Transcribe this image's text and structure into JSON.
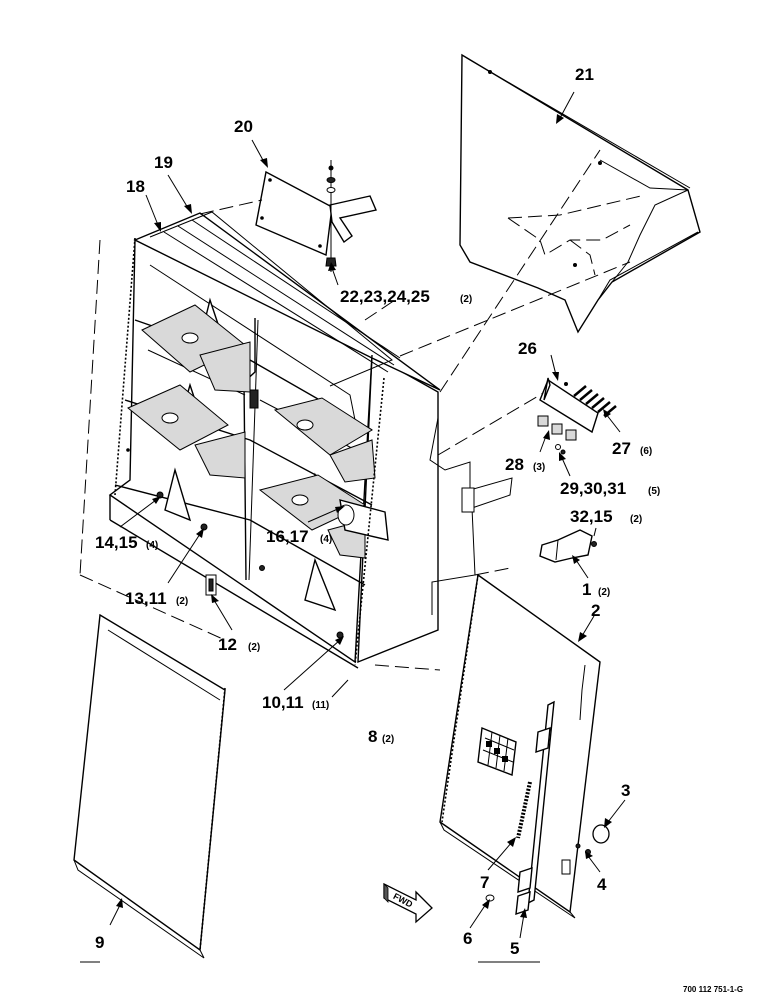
{
  "callouts": {
    "c1": {
      "num": "1",
      "qty": "(2)"
    },
    "c2": {
      "num": "2",
      "qty": ""
    },
    "c3": {
      "num": "3",
      "qty": ""
    },
    "c4": {
      "num": "4",
      "qty": ""
    },
    "c5": {
      "num": "5",
      "qty": ""
    },
    "c6": {
      "num": "6",
      "qty": ""
    },
    "c7": {
      "num": "7",
      "qty": ""
    },
    "c8": {
      "num": "8",
      "qty": "(2)"
    },
    "c9": {
      "num": "9",
      "qty": ""
    },
    "c10": {
      "num": "10,11",
      "qty": "(11)"
    },
    "c12": {
      "num": "12",
      "qty": "(2)"
    },
    "c13": {
      "num": "13,11",
      "qty": "(2)"
    },
    "c14": {
      "num": "14,15",
      "qty": "(4)"
    },
    "c16": {
      "num": "16,17",
      "qty": "(4)"
    },
    "c18": {
      "num": "18",
      "qty": ""
    },
    "c19": {
      "num": "19",
      "qty": ""
    },
    "c20": {
      "num": "20",
      "qty": ""
    },
    "c21": {
      "num": "21",
      "qty": ""
    },
    "c22": {
      "num": "22,23,24,25",
      "qty": "(2)"
    },
    "c26": {
      "num": "26",
      "qty": ""
    },
    "c27": {
      "num": "27",
      "qty": "(6)"
    },
    "c28": {
      "num": "28",
      "qty": "(3)"
    },
    "c29": {
      "num": "29,30,31",
      "qty": "(5)"
    },
    "c32": {
      "num": "32,15",
      "qty": "(2)"
    }
  },
  "fwd_label": "FWD",
  "figure_number": "700 112 751-1-G"
}
